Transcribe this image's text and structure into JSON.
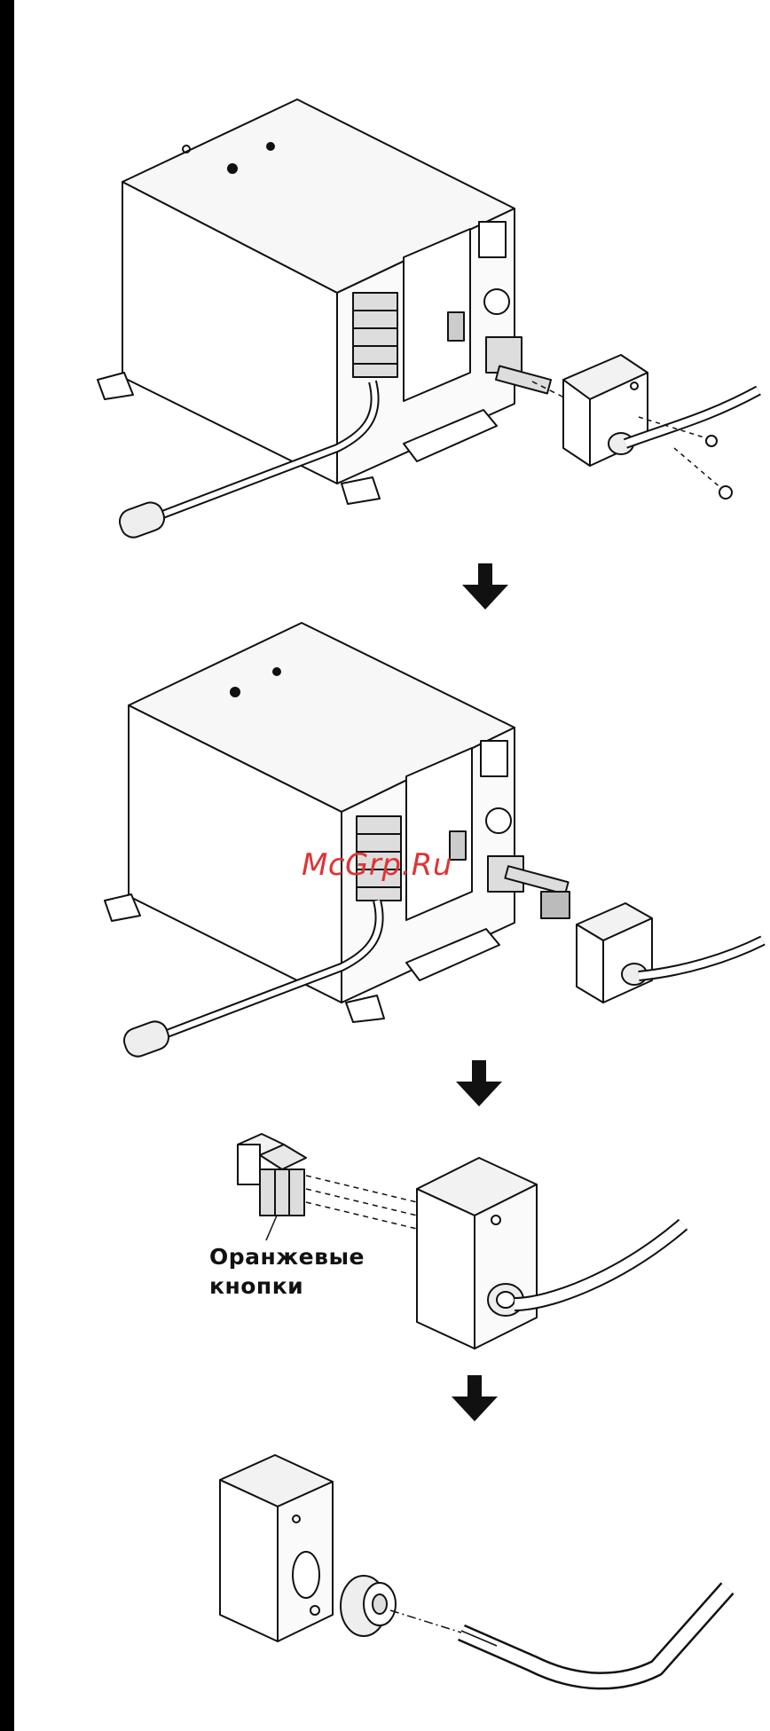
{
  "callout": {
    "line1": "Оранжевые",
    "line2": "кнопки"
  },
  "watermark": "McGrp.Ru",
  "colors": {
    "line": "#111111",
    "fill_light": "#f4f4f4",
    "fill_mid": "#d8d8d8",
    "watermark": "#e03333"
  }
}
